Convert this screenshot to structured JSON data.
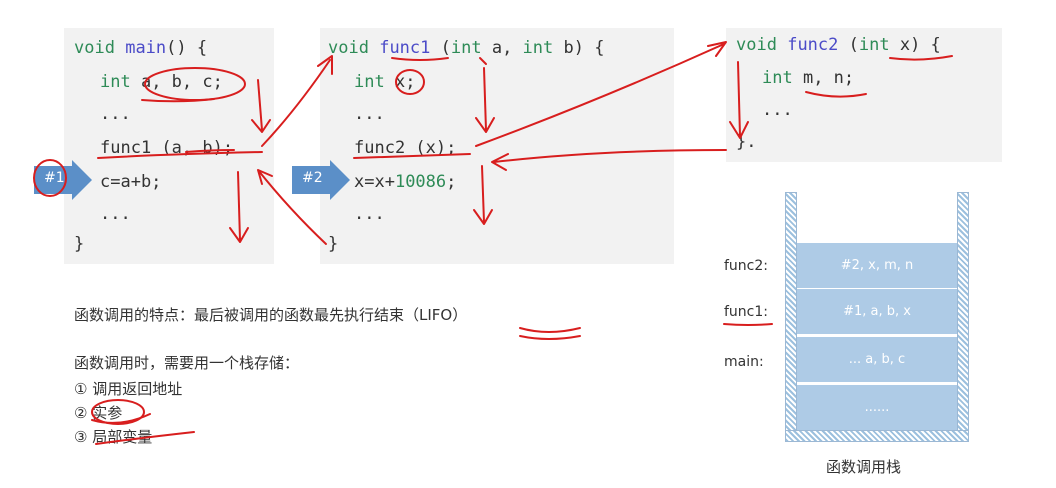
{
  "code": {
    "main": {
      "l1_kw": "void",
      "l1_fn": "main",
      "l1_rest": "() {",
      "l2_kw": "int",
      "l2_rest": " a, b, c;",
      "l3": "...",
      "l4": "func1 (a, b);",
      "l5": "c=a+b;",
      "l6": "...",
      "l7": "}"
    },
    "func1": {
      "l1_kw": "void",
      "l1_fn": "func1",
      "l1_p1": " (",
      "l1_kw2": "int",
      "l1_p2": " a, ",
      "l1_kw3": "int",
      "l1_p3": " b) {",
      "l2_kw": "int",
      "l2_rest": " x;",
      "l3": "...",
      "l4": "func2 (x);",
      "l5_a": "x=x+",
      "l5_num": "10086",
      "l5_b": ";",
      "l6": "...",
      "l7": "}"
    },
    "func2": {
      "l1_kw": "void",
      "l1_fn": "func2",
      "l1_p1": " (",
      "l1_kw2": "int",
      "l1_p2": " x) {",
      "l2_kw": "int",
      "l2_rest": " m, n;",
      "l3": "...",
      "l4": "}."
    }
  },
  "markers": {
    "m1": "#1",
    "m2": "#2"
  },
  "notes": {
    "feature": "函数调用的特点：最后被调用的函数最先执行结束（",
    "lifo": "LIFO",
    "feature_end": "）",
    "storage": "函数调用时，需要用一个栈存储：",
    "item1": "① 调用返回地址",
    "item2": "② 实参",
    "item3": "③ 局部变量"
  },
  "stack": {
    "labels": {
      "func2": "func2:",
      "func1": "func1:",
      "main": "main:"
    },
    "frames": [
      "#2, x, m, n",
      "#1, a, b, x",
      "... a, b, c",
      "......"
    ],
    "caption": "函数调用栈"
  },
  "colors": {
    "code_bg": "#f2f2f2",
    "keyword": "#2e8b57",
    "function": "#4b4bc8",
    "marker": "#5b8fc8",
    "frame": "#aecbe6",
    "annotation": "#d81e1e"
  }
}
